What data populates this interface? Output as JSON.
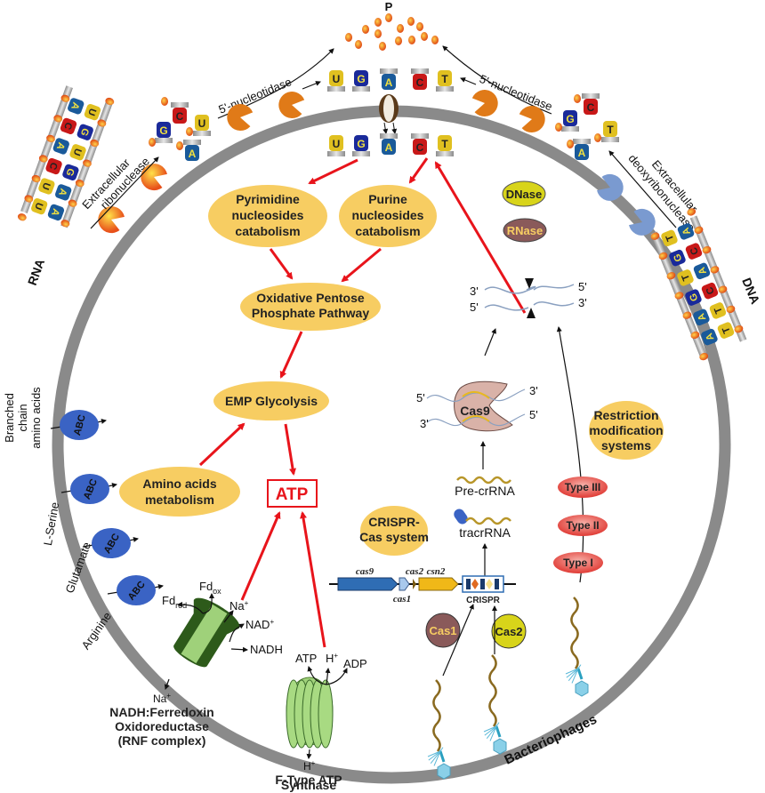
{
  "figure": {
    "phosphate_label": "P",
    "nucleotides_outside": [
      "U",
      "G",
      "A",
      "C",
      "T"
    ],
    "nucleotides_inside": [
      "U",
      "G",
      "A",
      "C",
      "T"
    ],
    "rna": {
      "label": "RNA",
      "strand_left": [
        "A",
        "C",
        "A",
        "C",
        "U",
        "U"
      ],
      "strand_right": [
        "U",
        "G",
        "U",
        "G",
        "A",
        "A"
      ],
      "enzyme_label": "Extracellular ribonuclease",
      "free_nucleotides": [
        "C",
        "G",
        "U",
        "A"
      ],
      "nucleotidase_label": "5'-nucleotidase"
    },
    "dna": {
      "label": "DNA",
      "strand_left": [
        "T",
        "G",
        "T",
        "G",
        "A",
        "A"
      ],
      "strand_right": [
        "A",
        "C",
        "A",
        "C",
        "T",
        "T"
      ],
      "enzyme_label": "Extracellular deoxyribonuclease",
      "free_nucleotides": [
        "C",
        "G",
        "T",
        "A"
      ],
      "nucleotidase_label": "5'-nucleotidase"
    },
    "pathways": {
      "pyrimidine": [
        "Pyrimidine",
        "nucleosides",
        "catabolism"
      ],
      "purine": [
        "Purine",
        "nucleosides",
        "catabolism"
      ],
      "ppp": [
        "Oxidative Pentose",
        "Phosphate Pathway"
      ],
      "emp": "EMP Glycolysis",
      "amino": [
        "Amino acids",
        "metabolism"
      ],
      "atp": "ATP"
    },
    "transporters": [
      {
        "label": "ABC",
        "substrate": [
          "Branched",
          "chain",
          "amino acids"
        ]
      },
      {
        "label": "ABC",
        "substrate": [
          "L-Serine"
        ]
      },
      {
        "label": "ABC",
        "substrate": [
          "Glutamate"
        ]
      },
      {
        "label": "ABC",
        "substrate": [
          "Arginine"
        ]
      }
    ],
    "rnf": {
      "fd_red": "Fd",
      "fd_red_sub": "red",
      "fd_ox": "Fd",
      "fd_ox_sub": "ox",
      "na_in": "Na",
      "na_out": "Na",
      "plus": "+",
      "nad": "NAD",
      "nadh": "NADH",
      "title": [
        "NADH:Ferredoxin",
        "Oxidoreductase",
        "(RNF complex)"
      ]
    },
    "atp_synthase": {
      "atp": "ATP",
      "h": "H",
      "adp": "ADP",
      "h_out": "H",
      "plus": "+",
      "title": [
        "F-Type ATP",
        "Synthase"
      ]
    },
    "nucleases": {
      "dnase": "DNase",
      "rnase": "RNase"
    },
    "crispr": {
      "dna_ends_top": [
        "3'",
        "5'"
      ],
      "dna_ends_bottom": [
        "5'",
        "3'"
      ],
      "cas9": "Cas9",
      "cas9_ends": [
        "5'",
        "3'",
        "3'",
        "5'"
      ],
      "pre_crrna": "Pre-crRNA",
      "tracrrna": "tracrRNA",
      "system": [
        "CRISPR-",
        "Cas system"
      ],
      "genes": [
        "cas9",
        "cas1",
        "cas2",
        "csn2"
      ],
      "array": "CRISPR",
      "cas1": "Cas1",
      "cas2": "Cas2"
    },
    "restriction": {
      "title": [
        "Restriction",
        "modification",
        "systems"
      ],
      "types": [
        "Type III",
        "Type II",
        "Type I"
      ]
    },
    "bacteriophages": "Bacteriophages"
  },
  "colors": {
    "membrane": "#8a8a8a",
    "pathway_fill": "#f7cd62",
    "arrow_red": "#e8141b",
    "abc_blue": "#3a63c4",
    "rnase_brown": "#8a5a5a",
    "dnase_yellow": "#d8d41a",
    "type_red": "#e85a5a"
  }
}
